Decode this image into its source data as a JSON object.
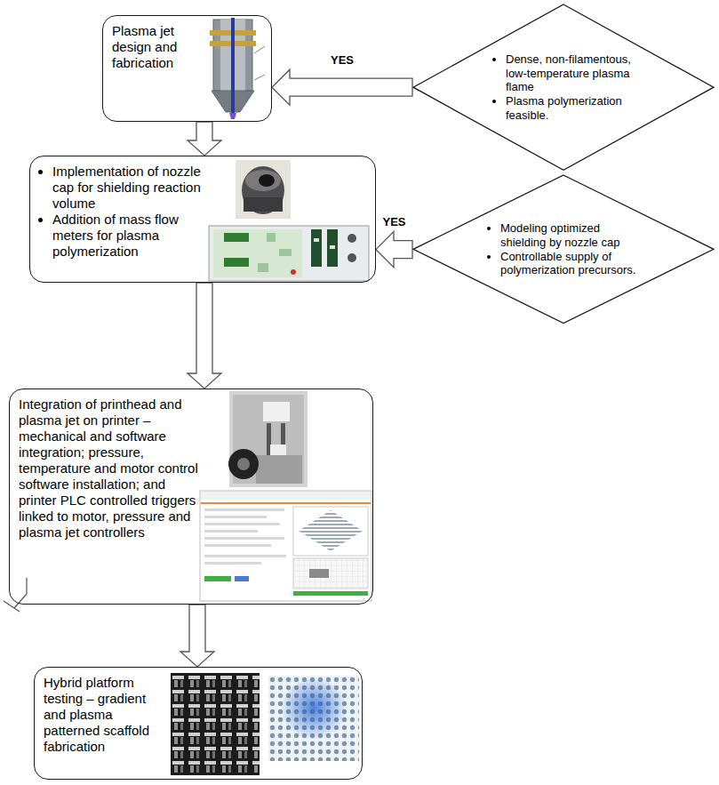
{
  "diagram": {
    "nodes": [
      {
        "text": [
          "Plasma jet design and fabrication"
        ]
      },
      {
        "text": [
          "Dense, non-filamentous, low-temperature plasma flame",
          "Plasma polymerization feasible."
        ]
      },
      {
        "text": [
          "Implementation of nozzle cap for shielding reaction volume",
          "Addition of mass flow meters for plasma polymerization"
        ]
      },
      {
        "text": [
          "Modeling optimized shielding by nozzle cap",
          "Controllable supply of polymerization precursors."
        ]
      },
      {
        "text": [
          "Integration of printhead and plasma jet on printer – mechanical and software integration; pressure, temperature and motor control software installation; and printer PLC controlled triggers linked to motor, pressure and plasma jet controllers"
        ]
      },
      {
        "text": [
          "Hybrid platform testing – gradient and plasma patterned scaffold fabrication"
        ]
      }
    ],
    "edges": [
      {
        "from": 1,
        "to": 0,
        "arrow": "to",
        "label": "YES"
      },
      {
        "from": 0,
        "to": 2,
        "arrow": "to"
      },
      {
        "from": 3,
        "to": 2,
        "arrow": "to",
        "label": "YES"
      },
      {
        "from": 2,
        "to": 4,
        "arrow": "to"
      },
      {
        "from": 4,
        "to": 5,
        "arrow": "to"
      }
    ]
  }
}
